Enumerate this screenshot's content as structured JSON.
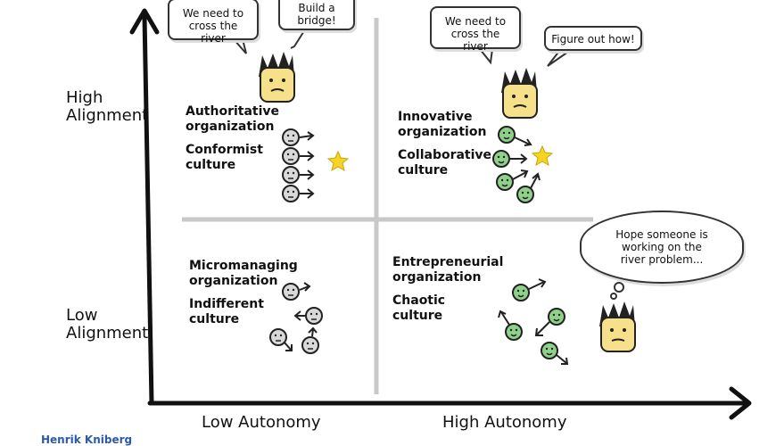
{
  "axes": {
    "y_high": "High\nAlignment",
    "y_low": "Low\nAlignment",
    "x_low": "Low Autonomy",
    "x_high": "High Autonomy"
  },
  "quadrants": {
    "top_left": {
      "org": "Authoritative\norganization",
      "culture": "Conformist\nculture"
    },
    "top_right": {
      "org": "Innovative\norganization",
      "culture": "Collaborative\nculture"
    },
    "bottom_left": {
      "org": "Micromanaging\norganization",
      "culture": "Indifferent\nculture"
    },
    "bottom_right": {
      "org": "Entrepreneurial\norganization",
      "culture": "Chaotic\nculture"
    }
  },
  "bubbles": {
    "tl_1": "We need to\ncross the river",
    "tl_2": "Build a\nbridge!",
    "tr_1": "We need to\ncross the river",
    "tr_2": "Figure out how!",
    "br_cloud": "Hope someone is\nworking on the\nriver problem..."
  },
  "author": "Henrik Kniberg",
  "colors": {
    "gray_face": "#d9d9d9",
    "green_face": "#8fd18a",
    "leader_face": "#f7e08a",
    "star": "#f5d327",
    "grid": "#c8c8c8"
  }
}
